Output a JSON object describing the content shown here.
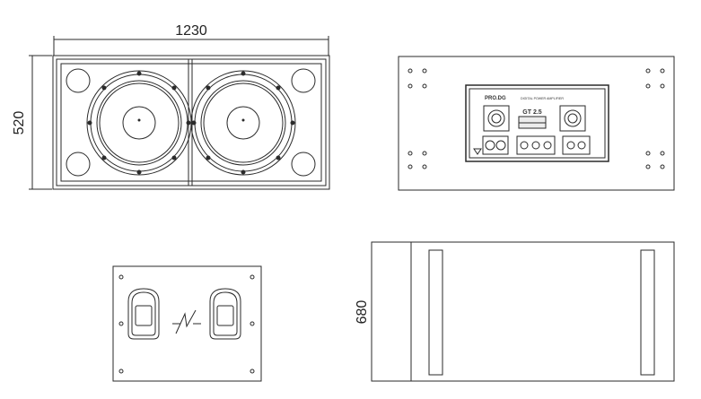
{
  "dimensions": {
    "front_width": "1230",
    "front_height": "520",
    "side_depth": "680"
  },
  "rear_panel": {
    "brand_logo": "PRO.DG",
    "heading": "DIGITAL POWER AMPLIFIER",
    "model": "GT 2.5"
  },
  "colors": {
    "line": "#2a2a2a",
    "fill": "#ffffff",
    "panel": "#ececec"
  },
  "icons": [
    "woofer-icon",
    "carry-handle-icon",
    "connector-icon"
  ]
}
